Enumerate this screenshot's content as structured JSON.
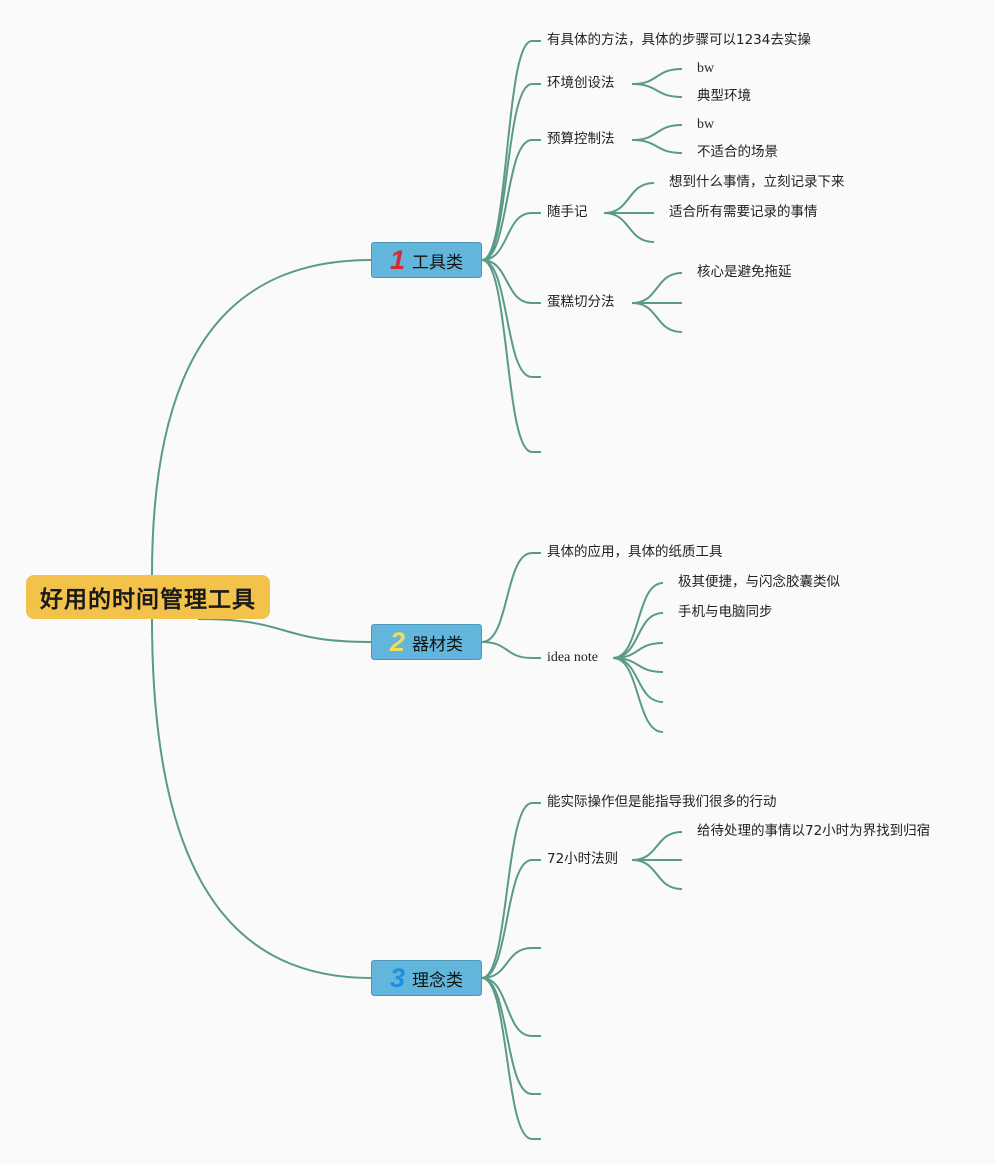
{
  "root": {
    "label": "好用的时间管理工具"
  },
  "colors": {
    "root_bg": "#f2c24a",
    "branch_bg": "#62b6dc",
    "link": "#5a9a88"
  },
  "branches": [
    {
      "number": "1",
      "number_color": "#d62b34",
      "label": "工具类",
      "children": [
        {
          "label": "有具体的方法，具体的步骤可以1234去实操"
        },
        {
          "label": "环境创设法",
          "children": [
            "bw",
            "典型环境"
          ]
        },
        {
          "label": "预算控制法",
          "children": [
            "bw",
            "不适合的场景"
          ]
        },
        {
          "label": "随手记",
          "children": [
            "想到什么事情，立刻记录下来",
            "适合所有需要记录的事情",
            ""
          ]
        },
        {
          "label": "蛋糕切分法",
          "children": [
            "核心是避免拖延",
            "",
            ""
          ]
        },
        {
          "label": ""
        },
        {
          "label": ""
        }
      ]
    },
    {
      "number": "2",
      "number_color": "#f2dd55",
      "label": "器材类",
      "children": [
        {
          "label": "具体的应用，具体的纸质工具"
        },
        {
          "label": "idea note",
          "children": [
            "极其便捷，与闪念胶囊类似",
            "手机与电脑同步",
            "",
            "",
            "",
            ""
          ]
        }
      ]
    },
    {
      "number": "3",
      "number_color": "#1f8fe0",
      "label": "理念类",
      "children": [
        {
          "label": "能实际操作但是能指导我们很多的行动"
        },
        {
          "label": "72小时法则",
          "children": [
            "给待处理的事情以72小时为界找到归宿",
            "",
            ""
          ]
        },
        {
          "label": ""
        },
        {
          "label": ""
        },
        {
          "label": ""
        },
        {
          "label": ""
        }
      ]
    }
  ]
}
